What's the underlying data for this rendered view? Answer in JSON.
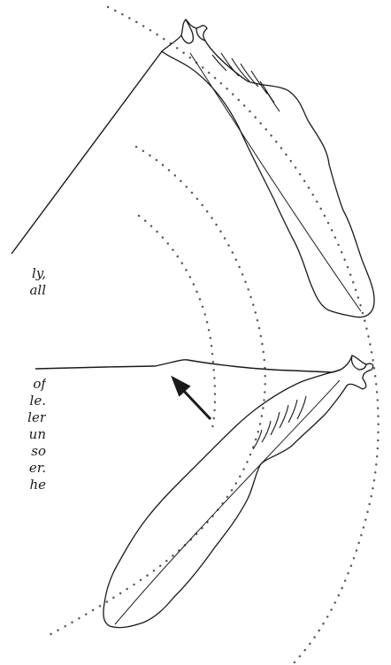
{
  "captions": {
    "top": [
      "ly,",
      "all"
    ],
    "bottom": [
      "of",
      "le.",
      "ler",
      "un",
      "so",
      "er.",
      "he"
    ]
  },
  "colors": {
    "ink": "#1a1a1a",
    "dots": "#555555",
    "background": "#ffffff"
  },
  "icons": {
    "arrow": "up-left-arrow"
  }
}
